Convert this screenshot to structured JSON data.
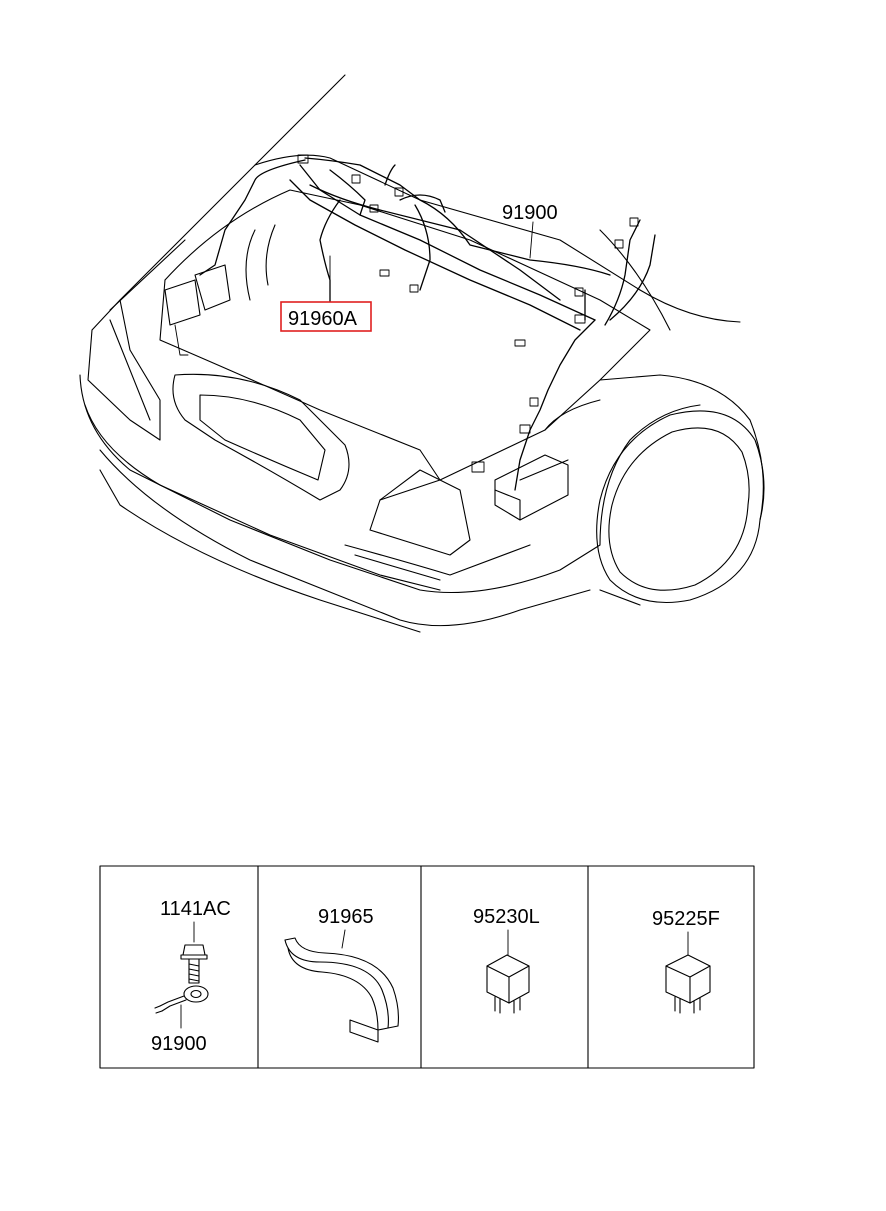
{
  "main_diagram": {
    "callouts": [
      {
        "id": "harness",
        "text": "91900"
      },
      {
        "id": "highlighted",
        "text": "91960A",
        "highlight_color": "#e02020"
      }
    ]
  },
  "parts_table": {
    "cells": [
      {
        "id": "bolt",
        "top_label": "1141AC",
        "bottom_label": "91900"
      },
      {
        "id": "protector",
        "top_label": "91965"
      },
      {
        "id": "relay-1",
        "top_label": "95230L"
      },
      {
        "id": "relay-2",
        "top_label": "95225F"
      }
    ]
  }
}
